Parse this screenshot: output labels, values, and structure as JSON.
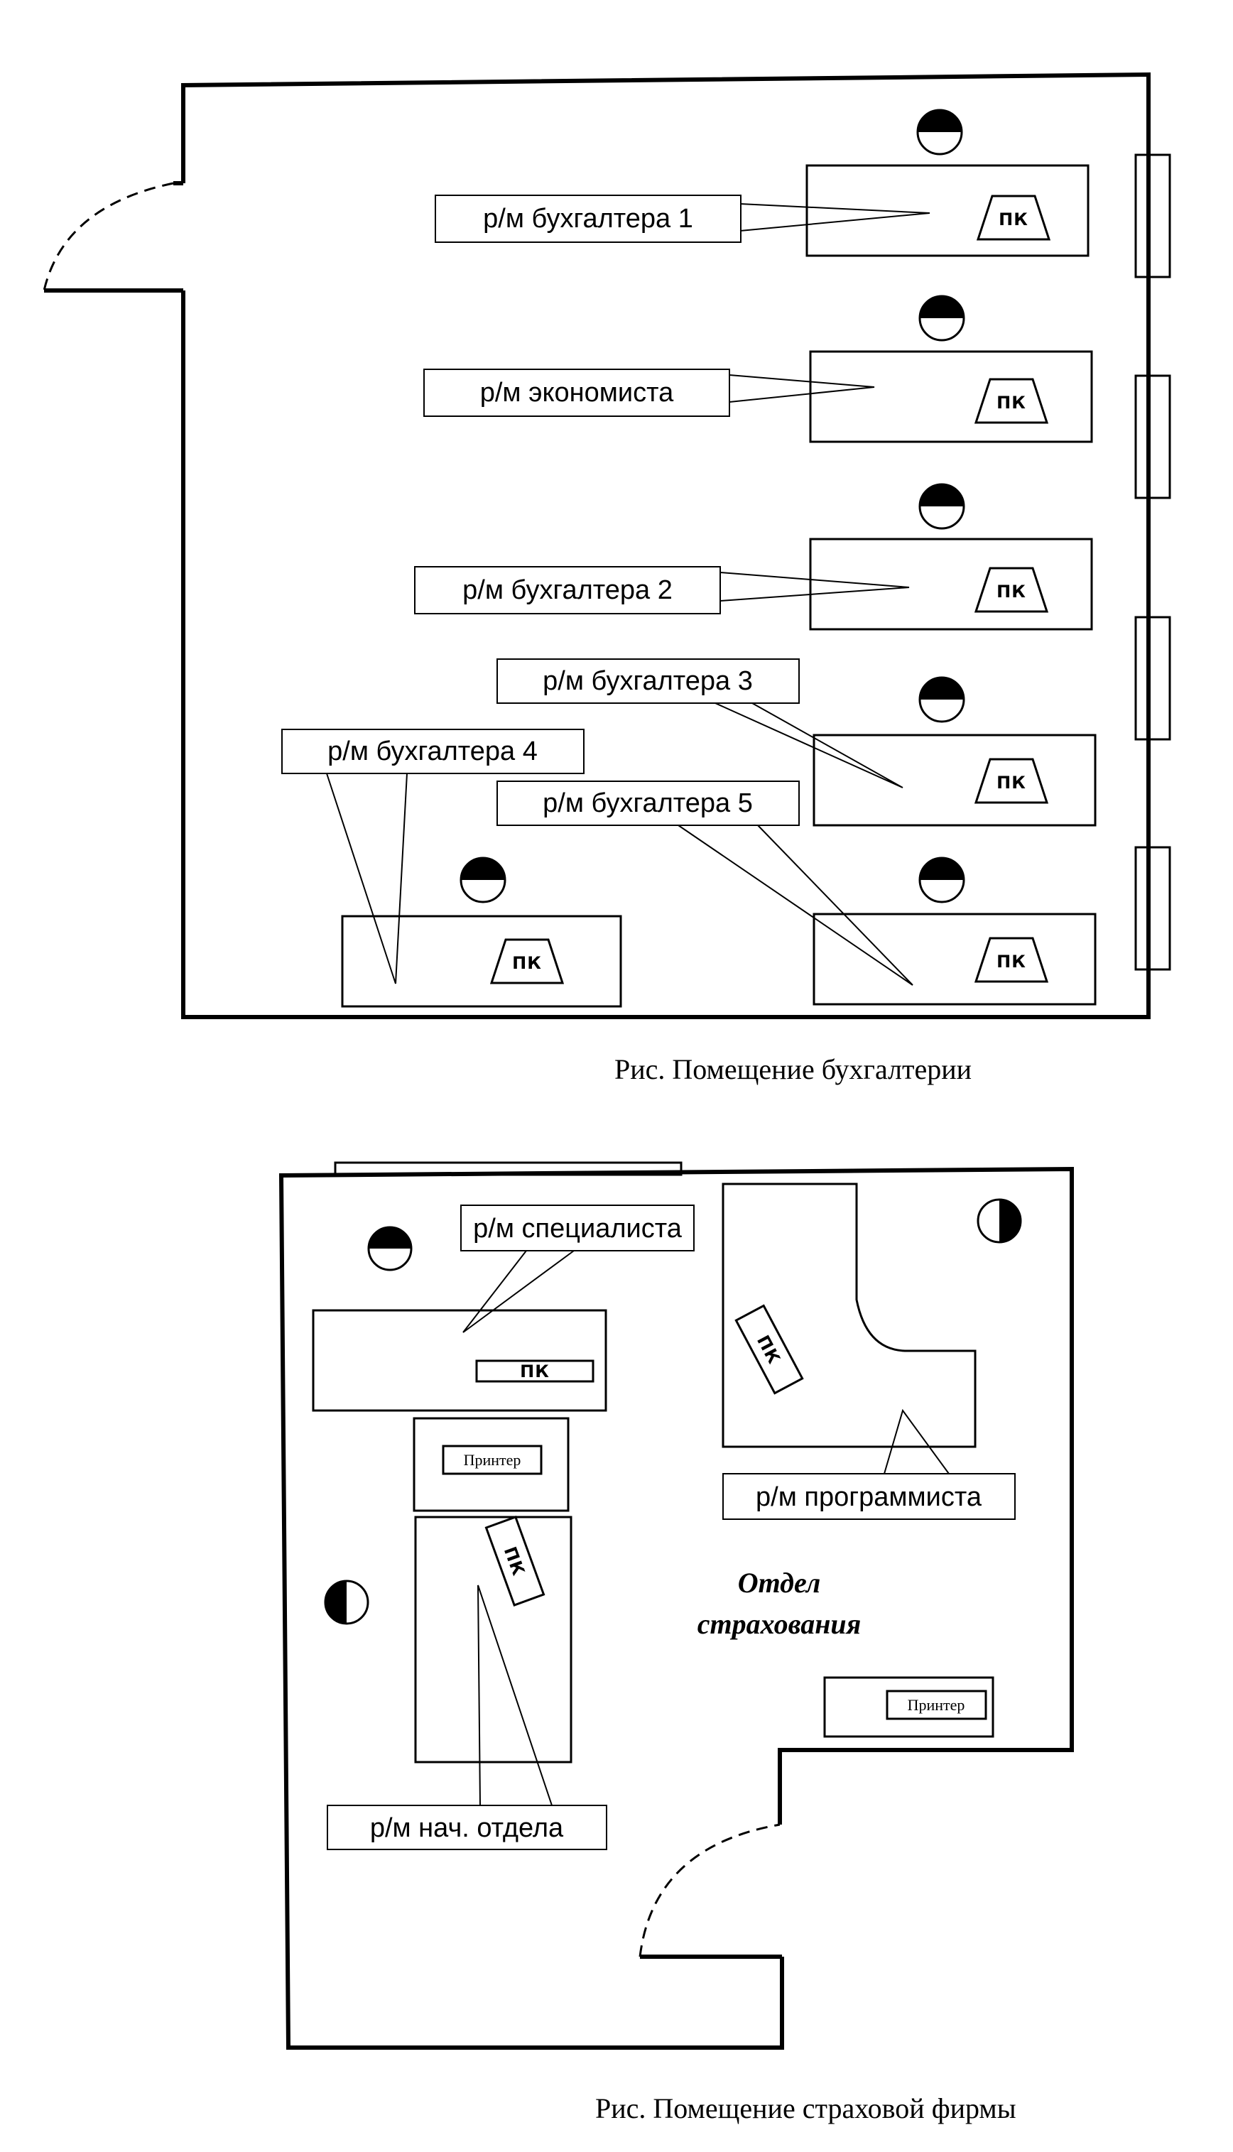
{
  "accounting": {
    "caption": "Рис. Помещение бухгалтерии",
    "labels": {
      "acc1": "р/м бухгалтера 1",
      "econ": "р/м экономиста",
      "acc2": "р/м бухгалтера 2",
      "acc3": "р/м бухгалтера 3",
      "acc4": "р/м бухгалтера 4",
      "acc5": "р/м бухгалтера 5"
    },
    "pc_label": "ПК"
  },
  "insurance": {
    "caption": "Рис. Помещение страховой фирмы",
    "department_line1": "Отдел",
    "department_line2": "страхования",
    "labels": {
      "specialist": "р/м  специалиста",
      "programmer": "р/м программиста",
      "head": "р/м нач. отдела"
    },
    "pc_label": "ПК",
    "printer_label": "Принтер"
  },
  "icons": {
    "pc": "pc-monitor-icon",
    "chair": "half-filled-circle-chair-icon",
    "door": "door-swing-icon",
    "window": "window-icon",
    "printer": "printer-icon"
  }
}
